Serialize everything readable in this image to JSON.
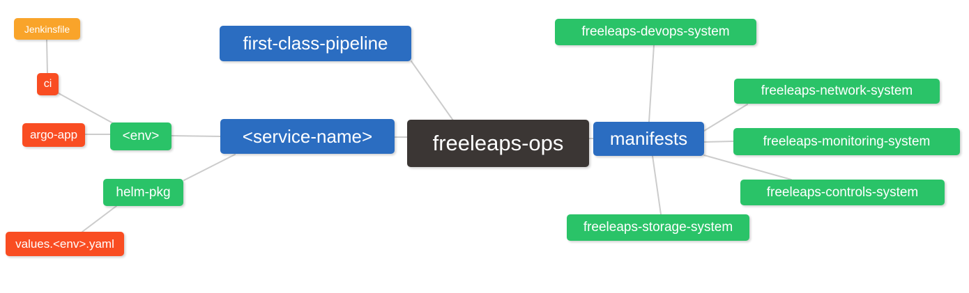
{
  "diagram": {
    "type": "mindmap",
    "root_label": "freeleaps-ops",
    "colors": {
      "root_bg": "#3B3634",
      "branch_blue_bg": "#2B6DC1",
      "leaf_green_bg": "#2AC368",
      "leaf_red_bg": "#F94D22",
      "leaf_amber_bg": "#F9A42A",
      "node_text": "#FFFFFF",
      "edge": "#CCCCCC",
      "background": "#FFFFFF"
    },
    "nodes": [
      {
        "id": "freeleaps-ops",
        "label": "freeleaps-ops",
        "level": "root"
      },
      {
        "id": "service-name",
        "label": "<service-name>",
        "level": "blue"
      },
      {
        "id": "manifests",
        "label": "manifests",
        "level": "blue"
      },
      {
        "id": "first-class-pipeline",
        "label": "first-class-pipeline",
        "level": "blue"
      },
      {
        "id": "env",
        "label": "<env>",
        "level": "green"
      },
      {
        "id": "helm-pkg",
        "label": "helm-pkg",
        "level": "green"
      },
      {
        "id": "ci",
        "label": "ci",
        "level": "red"
      },
      {
        "id": "argo-app",
        "label": "argo-app",
        "level": "red"
      },
      {
        "id": "jenkinsfile",
        "label": "Jenkinsfile",
        "level": "amber"
      },
      {
        "id": "values-env-yaml",
        "label": "values.<env>.yaml",
        "level": "red"
      },
      {
        "id": "freeleaps-devops-system",
        "label": "freeleaps-devops-system",
        "level": "green"
      },
      {
        "id": "freeleaps-network-system",
        "label": "freeleaps-network-system",
        "level": "green"
      },
      {
        "id": "freeleaps-monitoring-system",
        "label": "freeleaps-monitoring-system",
        "level": "green"
      },
      {
        "id": "freeleaps-controls-system",
        "label": "freeleaps-controls-system",
        "level": "green"
      },
      {
        "id": "freeleaps-storage-system",
        "label": "freeleaps-storage-system",
        "level": "green"
      }
    ],
    "edges": [
      {
        "from": "jenkinsfile",
        "to": "ci"
      },
      {
        "from": "ci",
        "to": "env"
      },
      {
        "from": "argo-app",
        "to": "env"
      },
      {
        "from": "env",
        "to": "service-name"
      },
      {
        "from": "helm-pkg",
        "to": "service-name"
      },
      {
        "from": "values-env-yaml",
        "to": "helm-pkg"
      },
      {
        "from": "first-class-pipeline",
        "to": "freeleaps-ops"
      },
      {
        "from": "service-name",
        "to": "freeleaps-ops"
      },
      {
        "from": "freeleaps-ops",
        "to": "manifests"
      },
      {
        "from": "manifests",
        "to": "freeleaps-devops-system"
      },
      {
        "from": "manifests",
        "to": "freeleaps-network-system"
      },
      {
        "from": "manifests",
        "to": "freeleaps-monitoring-system"
      },
      {
        "from": "manifests",
        "to": "freeleaps-controls-system"
      },
      {
        "from": "manifests",
        "to": "freeleaps-storage-system"
      }
    ]
  }
}
